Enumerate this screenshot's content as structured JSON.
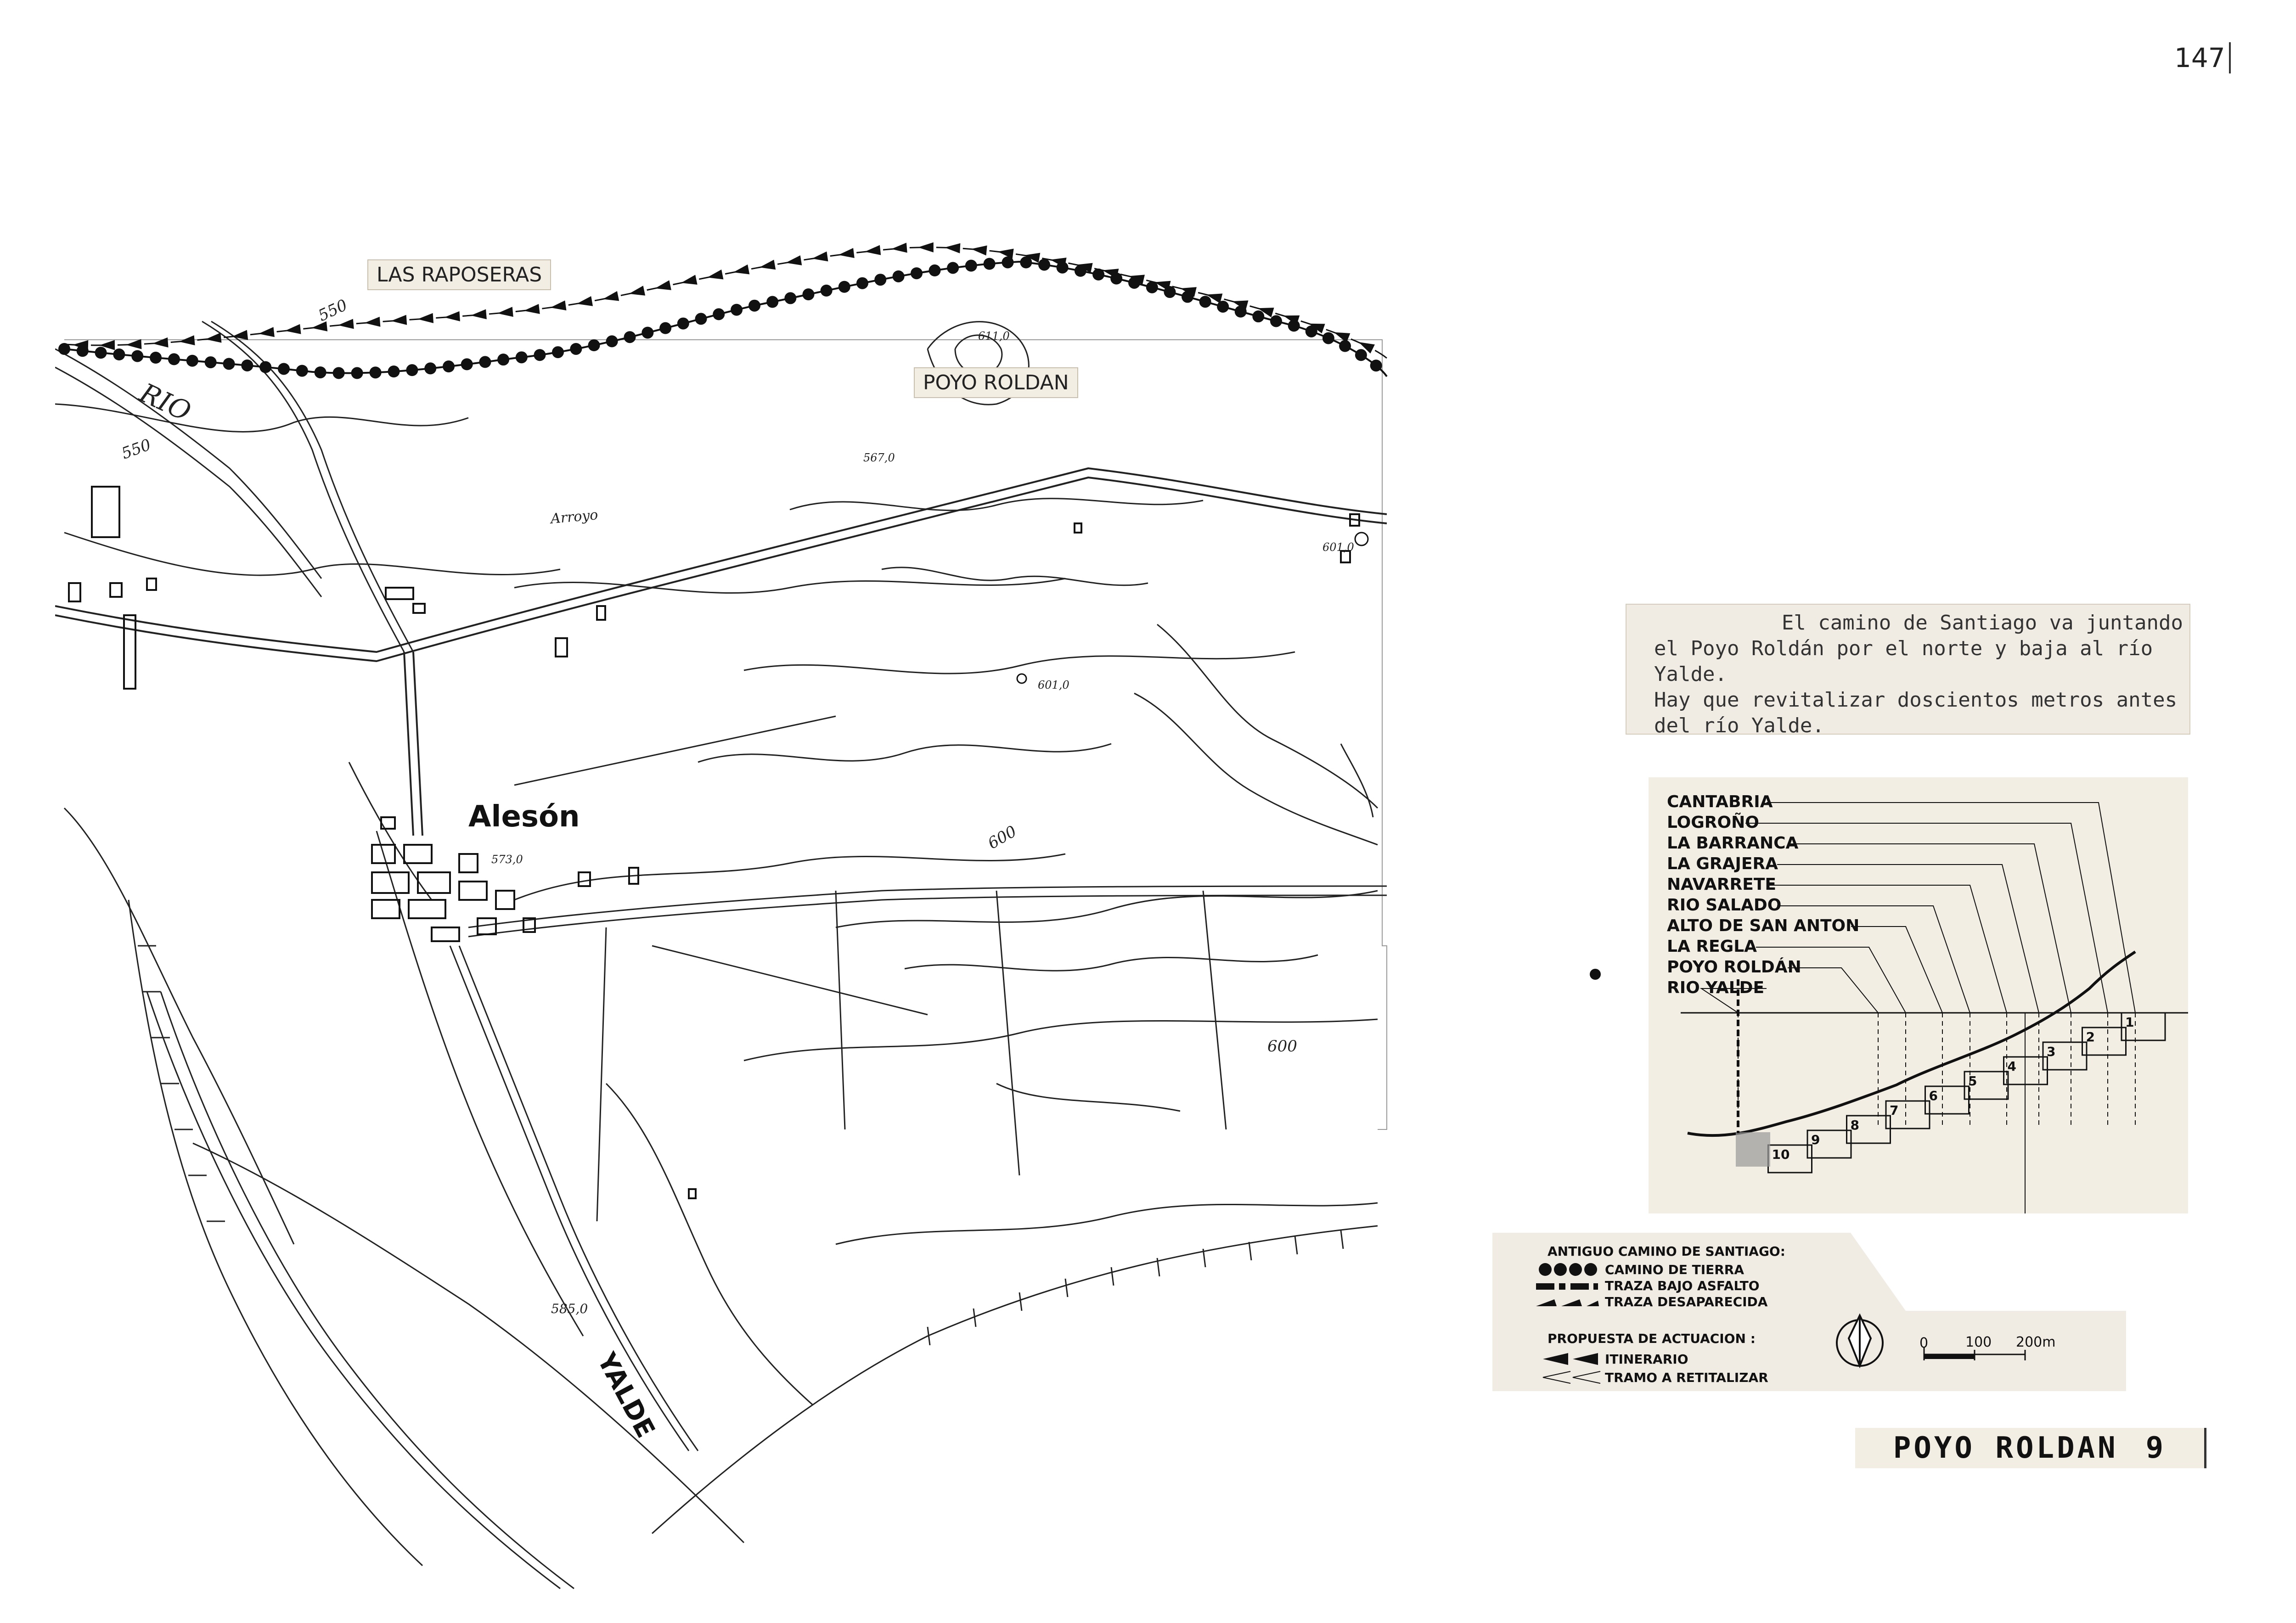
{
  "page": {
    "number": "147"
  },
  "map": {
    "place_labels": {
      "las_raposeras": "LAS  RAPOSERAS",
      "poyo_roldan": "POYO ROLDAN",
      "aleson": "Alesón"
    },
    "river_labels": {
      "rio": "RIO",
      "yalde": "YALDE",
      "arroyo": "Arroyo"
    },
    "elevations": {
      "e550_top": "550",
      "e550_left": "550",
      "e611": "611,0",
      "e567": "567,0",
      "e601_a": "601,0",
      "e601_b": "601,0",
      "e573": "573,0",
      "e600_a": "600",
      "e600_b": "600",
      "e585": "585,0"
    }
  },
  "note": {
    "line1": "El camino de Santiago va juntando",
    "line2": "el Poyo Roldán por el norte y baja al río Yalde.",
    "line3": "Hay que revitalizar doscientos metros antes",
    "line4": "del río Yalde."
  },
  "profile": {
    "stages": [
      "CANTABRIA",
      "LOGROÑO",
      "LA BARRANCA",
      "LA GRAJERA",
      "NAVARRETE",
      "RIO SALADO",
      "ALTO DE SAN ANTON",
      "LA REGLA",
      "POYO ROLDÁN",
      "RIO YALDE"
    ],
    "steps": [
      "1",
      "2",
      "3",
      "4",
      "5",
      "6",
      "7",
      "8",
      "9",
      "10"
    ],
    "current_stage": "POYO ROLDÁN"
  },
  "legend": {
    "title": "ANTIGUO CAMINO DE SANTIAGO:",
    "camino_tierra": "CAMINO DE TIERRA",
    "traza_asfalto": "TRAZA BAJO ASFALTO",
    "traza_desaparecida": "TRAZA DESAPARECIDA",
    "propuesta": "PROPUESTA DE ACTUACION :",
    "itinerario": "ITINERARIO",
    "tramo": "TRAMO A RETITALIZAR",
    "scale": {
      "s0": "0",
      "s100": "100",
      "s200": "200m"
    }
  },
  "sheet_title": {
    "name": "POYO ROLDAN",
    "number": "9"
  }
}
